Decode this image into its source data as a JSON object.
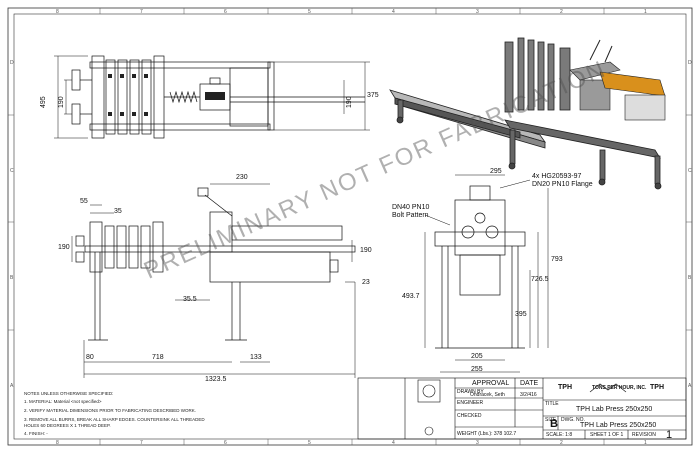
{
  "border": {
    "top_columns": [
      "8",
      "7",
      "6",
      "5",
      "4",
      "3",
      "2",
      "1"
    ],
    "bottom_columns": [
      "8",
      "7",
      "6",
      "5",
      "4",
      "3",
      "2",
      "1"
    ],
    "rows": [
      "D",
      "C",
      "B",
      "A"
    ]
  },
  "dimensions": {
    "top_view": {
      "overall_height": "495",
      "flange_height": "190",
      "right_190": "190",
      "right_375": "375"
    },
    "side_view": {
      "d55": "55",
      "d35": "35",
      "d230": "230",
      "left_190": "190",
      "right_190": "190",
      "d23": "23",
      "d35_5": "35.5",
      "d80": "80",
      "d718": "718",
      "d133": "133",
      "d1323_5": "1323.5"
    },
    "end_view": {
      "d295": "295",
      "d793": "793",
      "d726_5": "726.5",
      "d493_7": "493.7",
      "d395": "395",
      "d205": "205",
      "d255": "255"
    }
  },
  "callouts": {
    "flange_note_line1": "4x HG20593-97",
    "flange_note_line2": "DN20 PN10 Flange",
    "bolt_note_line1": "DN40 PN10",
    "bolt_note_line2": "Bolt Pattern"
  },
  "watermark": "PRELIMINARY   NOT FOR FABRICATION",
  "notes": {
    "heading": "NOTES UNLESS OTHERWISE SPECIFIED:",
    "items": [
      "1. MATERIAL: Material <not specified>",
      "2. VERIFY MATERIAL DIMENSIONS PRIOR TO FABRICATING DESCRIBED WORK.",
      "3. REMOVE ALL BURRS, BREAK ALL SHARP EDGES. COUNTERSINK ALL THREADED",
      "   HOLES 60 DEGREES X 1 THREAD DEEP.",
      "4. FINISH: -"
    ]
  },
  "title_block": {
    "approval": "APPROVAL",
    "date": "DATE",
    "drawn_by": "DRAWN BY",
    "drawn_name": "Ondracek, Seth",
    "drawn_date": "3/2/416",
    "engineer": "ENGINEER",
    "checked": "CHECKED",
    "weight": "WEIGHT (Lbs.): 378 102.7",
    "company": "TONS PER HOUR, INC.",
    "tph": "TPH",
    "title_label": "TITLE",
    "title": "TPH Lab Press 250x250",
    "size_label": "SIZE",
    "size": "B",
    "dwg_label": "DWG. NO.",
    "dwg_no": "TPH Lab Press 250x250",
    "scale": "SCALE: 1:8",
    "sheet": "SHEET 1 OF 1",
    "revision_label": "REVISION",
    "revision": "1"
  }
}
